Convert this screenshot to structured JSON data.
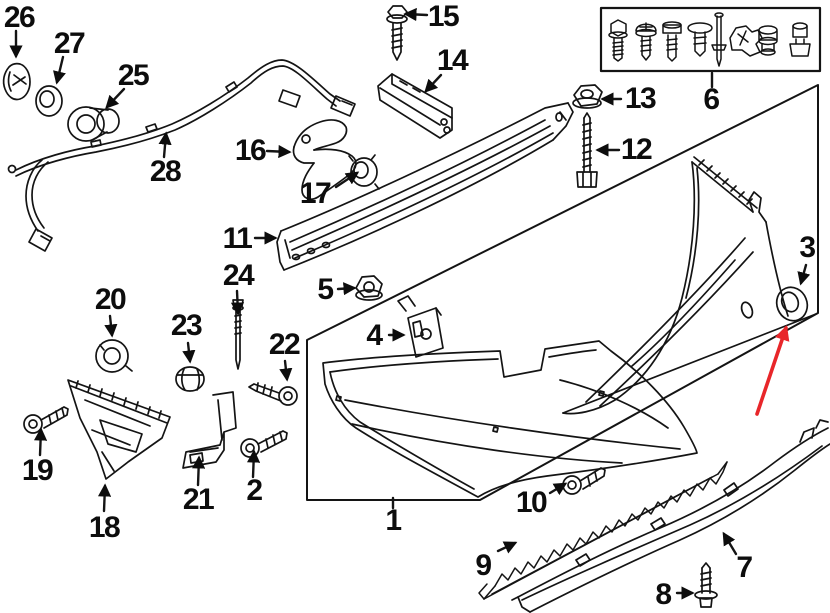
{
  "diagram": {
    "kind": "exploded-parts-diagram",
    "subject": "rear bumper assembly line art",
    "fastener_kit_item_count": 8
  },
  "colors": {
    "highlight_arrow": "#e8262a",
    "line_art": "#141414",
    "background": "#ffffff"
  },
  "red_arrow": {
    "points_to_callout": "3"
  },
  "parts": [
    {
      "callout": "1"
    },
    {
      "callout": "2"
    },
    {
      "callout": "3"
    },
    {
      "callout": "4"
    },
    {
      "callout": "5"
    },
    {
      "callout": "6"
    },
    {
      "callout": "7"
    },
    {
      "callout": "8"
    },
    {
      "callout": "9"
    },
    {
      "callout": "10"
    },
    {
      "callout": "11"
    },
    {
      "callout": "12"
    },
    {
      "callout": "13"
    },
    {
      "callout": "14"
    },
    {
      "callout": "15"
    },
    {
      "callout": "16"
    },
    {
      "callout": "17"
    },
    {
      "callout": "18"
    },
    {
      "callout": "19"
    },
    {
      "callout": "20"
    },
    {
      "callout": "21"
    },
    {
      "callout": "22"
    },
    {
      "callout": "23"
    },
    {
      "callout": "24"
    },
    {
      "callout": "25"
    },
    {
      "callout": "26"
    },
    {
      "callout": "27"
    },
    {
      "callout": "28"
    }
  ]
}
